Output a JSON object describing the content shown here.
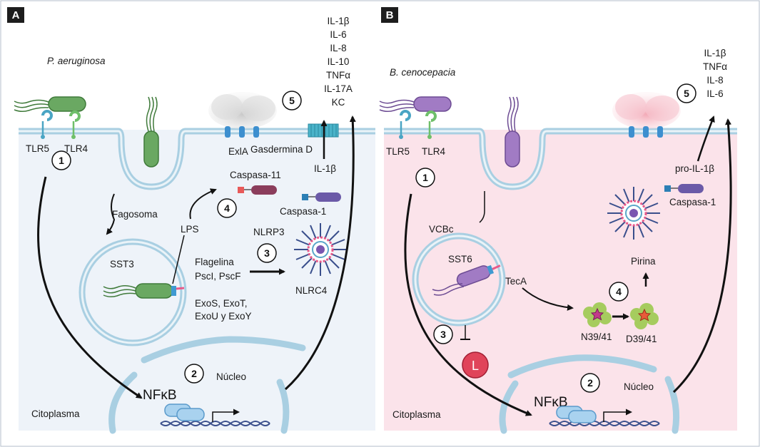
{
  "colors": {
    "panel_a_bg": "#eef3f9",
    "panel_b_bg": "#fbe3ea",
    "membrane": "#a9cfe2",
    "bacteria_green": "#6aa862",
    "bacteria_purple": "#a17bc4",
    "caspase_purple": "#6b5aa8",
    "caspase_mauve": "#8b3d5c",
    "lysosome_red": "#e0445a",
    "pyrin_green": "#a6cc5e"
  },
  "panel_a": {
    "letter": "A",
    "organism": "P. aeruginosa",
    "cytokines": [
      "IL-1β",
      "IL-6",
      "IL-8",
      "IL-10",
      "TNFα",
      "IL-17A",
      "KC"
    ],
    "tlr5": "TLR5",
    "tlr4": "TLR4",
    "exla": "ExlA",
    "gasdermin": "Gasdermina D",
    "il1b": "IL-1β",
    "caspase11": "Caspasa-11",
    "caspase1": "Caspasa-1",
    "fagosoma": "Fagosoma",
    "lps": "LPS",
    "nlrp3": "NLRP3",
    "sst": "SST3",
    "flagelina": "Flagelina",
    "pscl": "PscI, PscF",
    "exos1": "ExoS, ExoT,",
    "exos2": "ExoU y ExoY",
    "nlrc4": "NLRC4",
    "nfkb": "NFκB",
    "nucleo": "Núcleo",
    "citoplasma": "Citoplasma",
    "steps": [
      "1",
      "2",
      "3",
      "4",
      "5"
    ]
  },
  "panel_b": {
    "letter": "B",
    "organism": "B. cenocepacia",
    "cytokines": [
      "IL-1β",
      "TNFα",
      "IL-8",
      "IL-6"
    ],
    "tlr5": "TLR5",
    "tlr4": "TLR4",
    "pro_il1b": "pro-IL-1β",
    "caspase1": "Caspasa-1",
    "vcbc": "VCBc",
    "sst": "SST6",
    "teca": "TecA",
    "pirina": "Pirina",
    "n39": "N39/41",
    "d39": "D39/41",
    "lysosome": "L",
    "nfkb": "NFκB",
    "nucleo": "Núcleo",
    "citoplasma": "Citoplasma",
    "steps": [
      "1",
      "2",
      "3",
      "4",
      "5"
    ]
  }
}
